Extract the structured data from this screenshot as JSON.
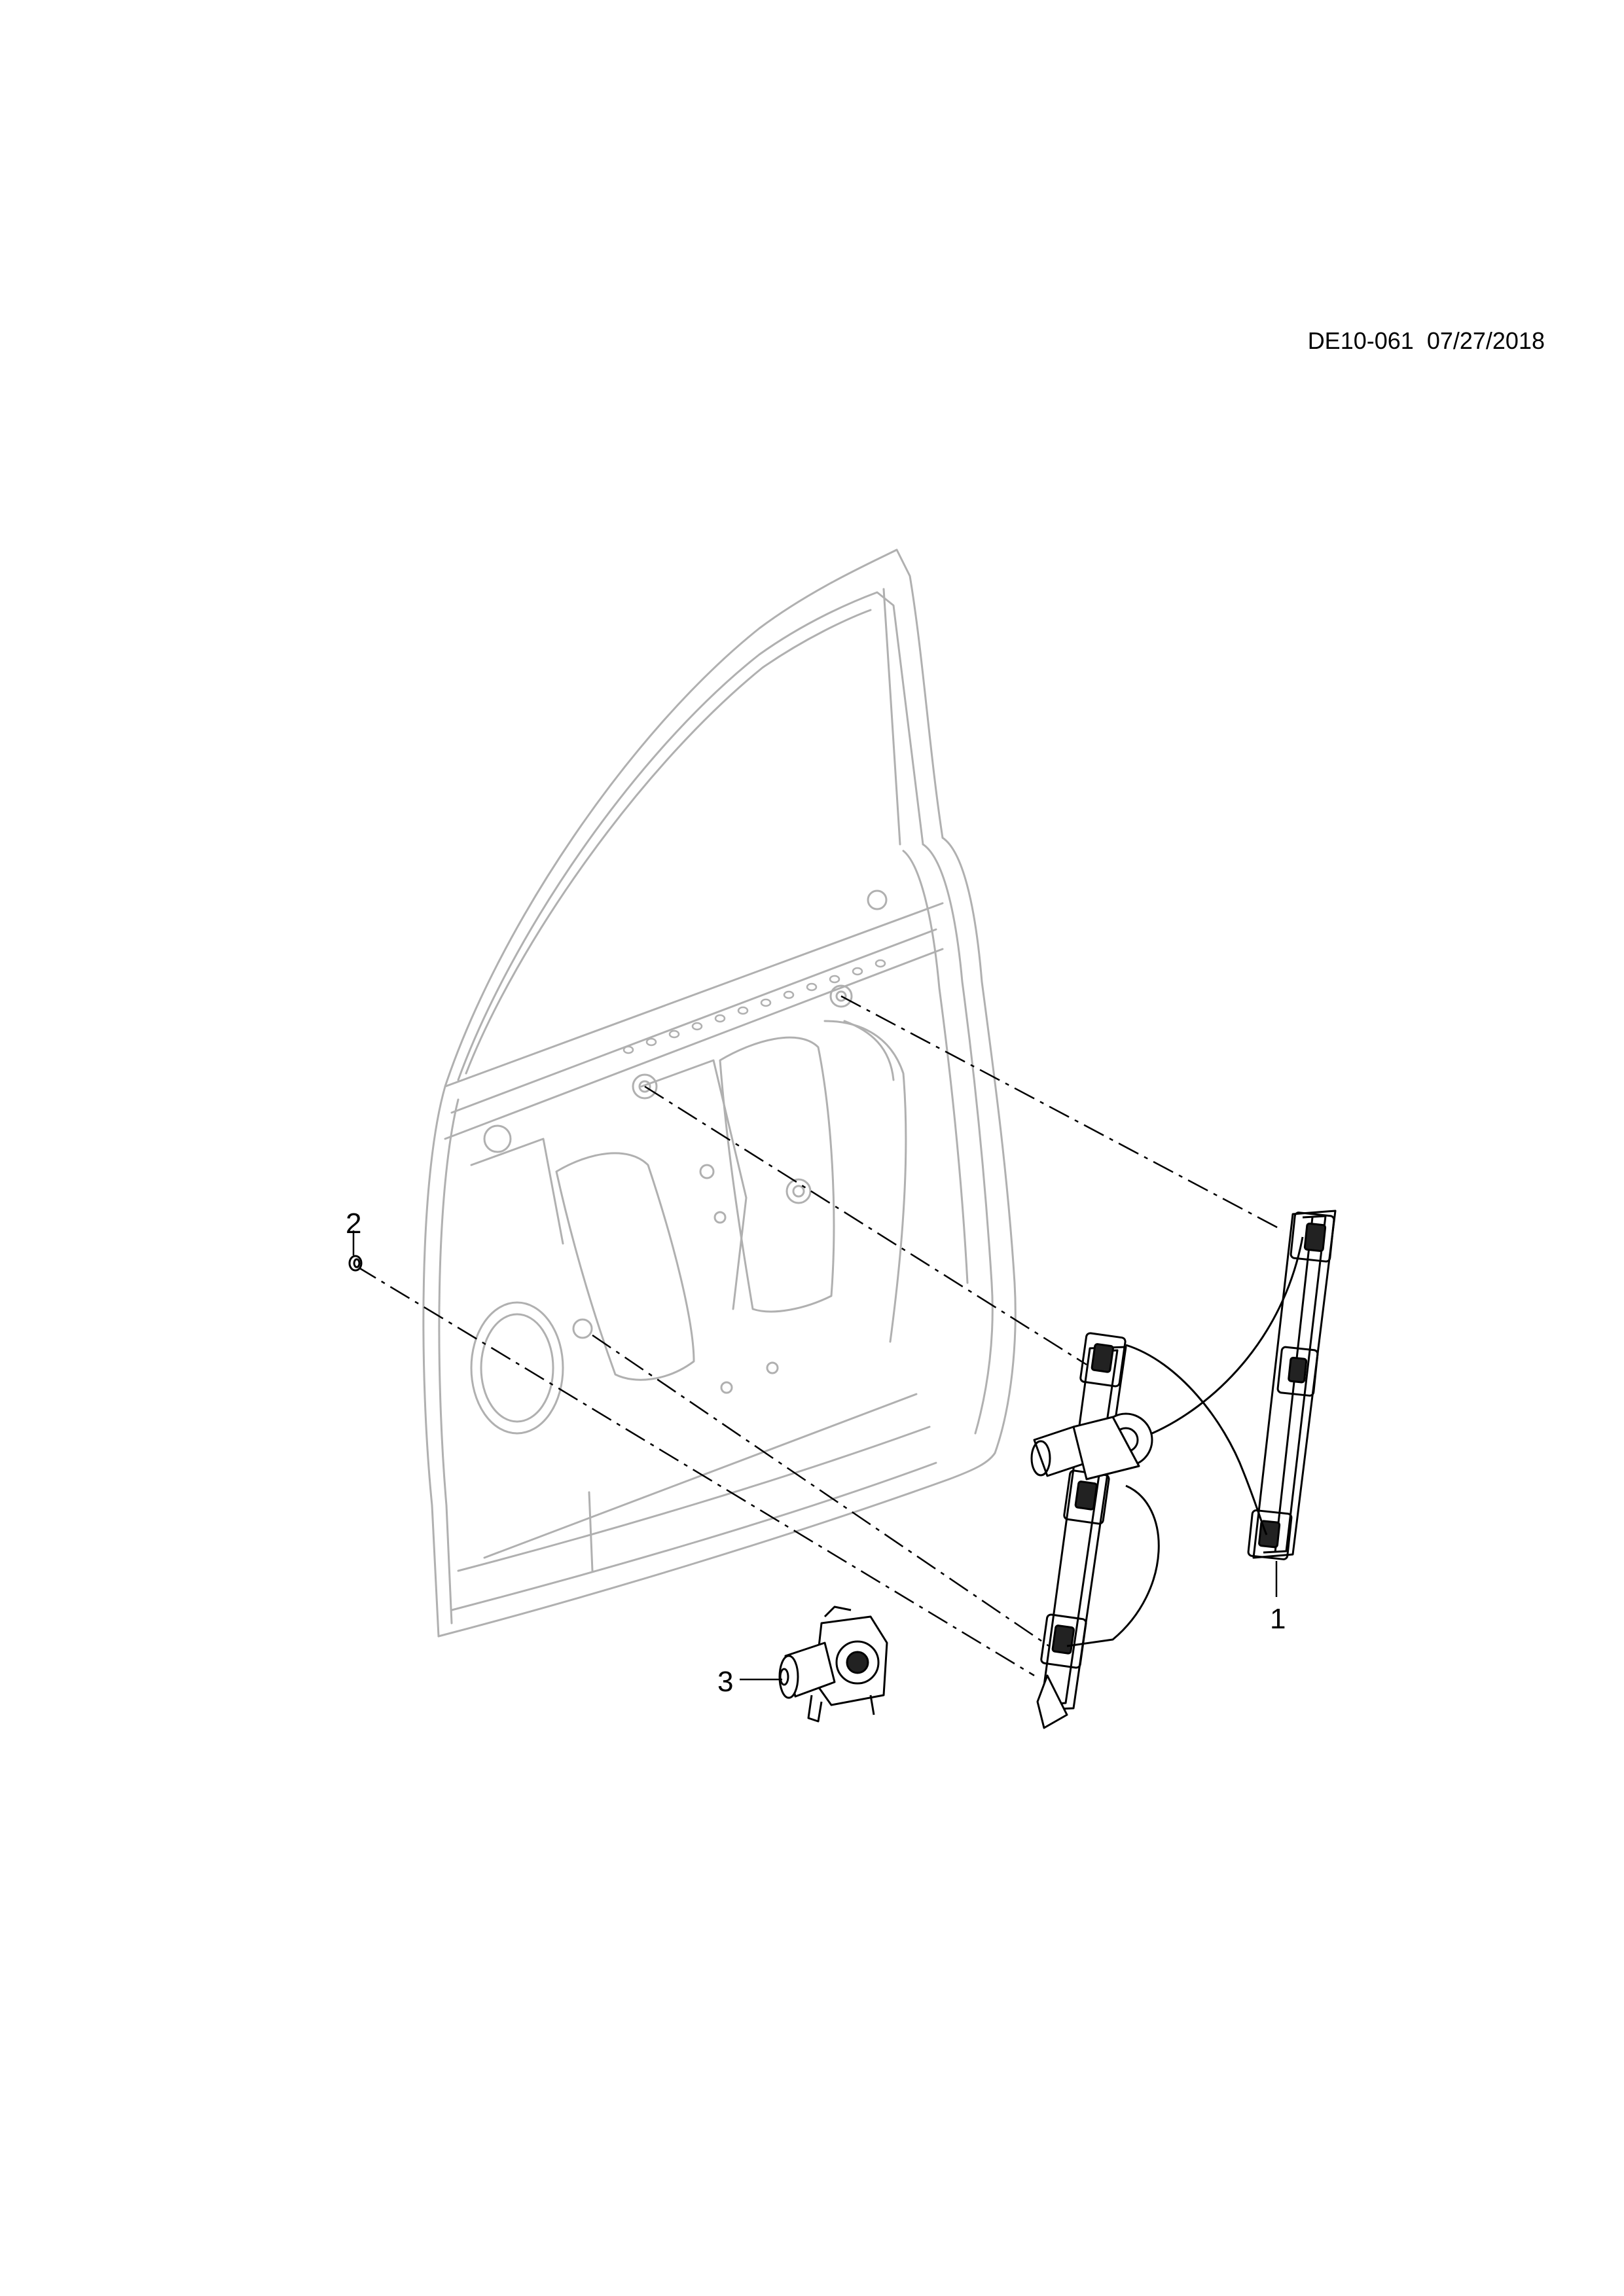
{
  "document": {
    "reference": "DE10-061",
    "date": "07/27/2018"
  },
  "callouts": {
    "part_1": "1",
    "part_2": "2",
    "part_3": "3"
  },
  "colors": {
    "door_frame": "#b0b0b0",
    "parts": "#000000",
    "background": "#ffffff"
  }
}
